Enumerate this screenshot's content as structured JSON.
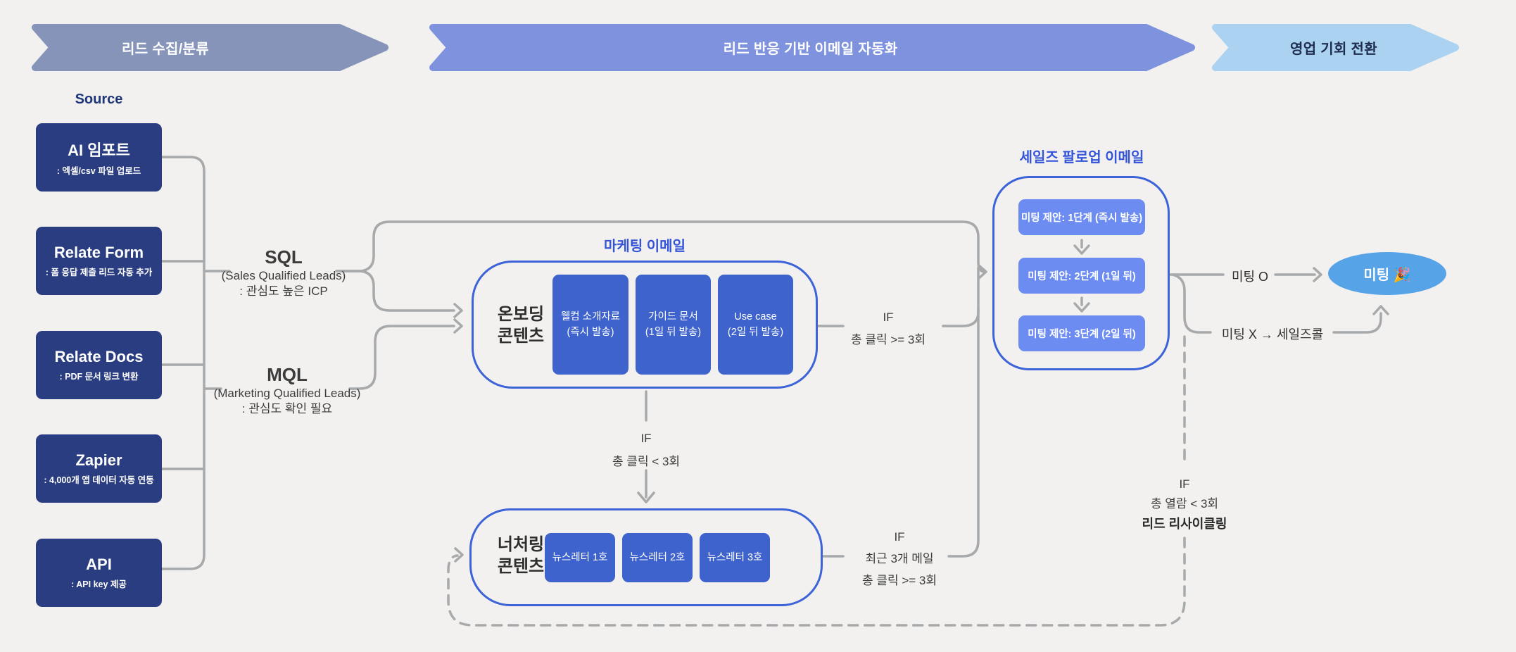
{
  "colors": {
    "background": "#f2f1ef",
    "banner_stage1": "#8794ba",
    "banner_stage2": "#7e92dd",
    "banner_stage3": "#abd2f0",
    "source_box": "#293d80",
    "content_box": "#3e63cc",
    "sales_step_box": "#6c8cf2",
    "pill_border": "#3c63d8",
    "section_title": "#3354d8",
    "goal_ellipse": "#57a3e8",
    "connector": "#a8a9ab"
  },
  "banners": [
    {
      "label": "리드 수집/분류"
    },
    {
      "label": "리드 반응 기반 이메일 자동화"
    },
    {
      "label": "영업 기회 전환"
    }
  ],
  "source": {
    "title": "Source",
    "items": [
      {
        "title": "AI 임포트",
        "subtitle": ": 엑셀/csv 파일 업로드"
      },
      {
        "title": "Relate Form",
        "subtitle": ": 폼 응답 제출 리드 자동 추가"
      },
      {
        "title": "Relate Docs",
        "subtitle": ": PDF 문서 링크 변환"
      },
      {
        "title": "Zapier",
        "subtitle": ": 4,000개 앱 데이터 자동 연동"
      },
      {
        "title": "API",
        "subtitle": ": API key 제공"
      }
    ]
  },
  "funnels": {
    "sql": {
      "name": "SQL",
      "full": "(Sales Qualified Leads)",
      "note": ": 관심도 높은 ICP"
    },
    "mql": {
      "name": "MQL",
      "full": "(Marketing Qualified Leads)",
      "note": ": 관심도 확인 필요"
    }
  },
  "marketing": {
    "title": "마케팅 이메일",
    "onboarding": {
      "label1": "온보딩",
      "label2": "콘텐츠",
      "emails": [
        {
          "line1": "웰컴 소개자료",
          "line2": "(즉시 발송)"
        },
        {
          "line1": "가이드 문서",
          "line2": "(1일 뒤 발송)"
        },
        {
          "line1": "Use case",
          "line2": "(2일 뒤 발송)"
        }
      ]
    }
  },
  "nurturing": {
    "label1": "너처링",
    "label2": "콘텐츠",
    "newsletters": [
      "뉴스레터 1호",
      "뉴스레터 2호",
      "뉴스레터 3호"
    ]
  },
  "sales": {
    "title": "세일즈 팔로업 이메일",
    "steps": [
      "미팅 제안: 1단계 (즉시 발송)",
      "미팅 제안: 2단계 (1일 뒤)",
      "미팅 제안: 3단계 (2일 뒤)"
    ]
  },
  "conditions": {
    "to_sales": [
      "IF",
      "총 클릭 >= 3회"
    ],
    "to_nurture": [
      "IF",
      "총 클릭 < 3회"
    ],
    "nurture_to_sales": [
      "IF",
      "최근 3개 메일",
      "총 클릭 >= 3회"
    ],
    "recycle": [
      "IF",
      "총 열람 < 3회",
      "리드 리사이클링"
    ]
  },
  "outcomes": {
    "meeting_yes": "미팅 O",
    "meeting_no": "미팅 X → 세일즈콜",
    "goal": "미팅 🎉"
  }
}
